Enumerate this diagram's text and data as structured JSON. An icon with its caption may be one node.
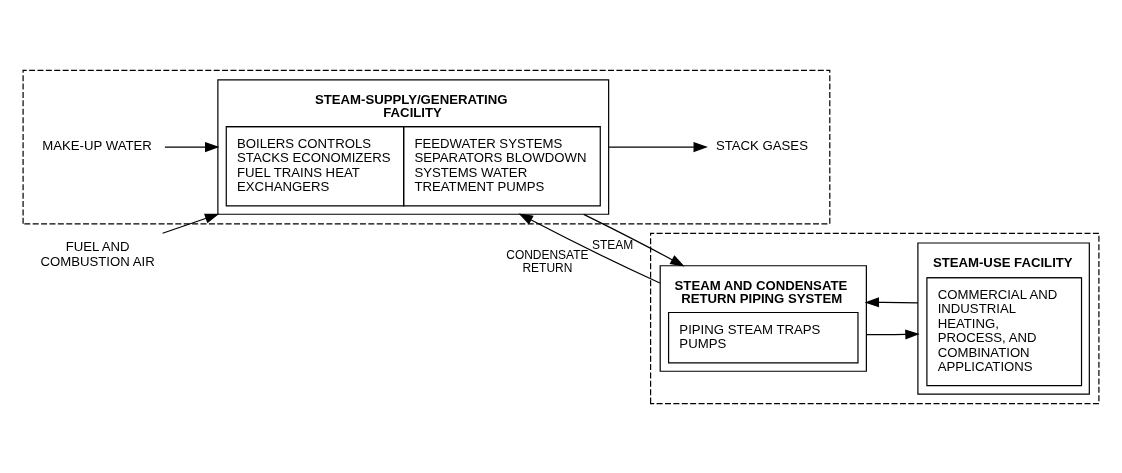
{
  "diagram": {
    "nodes": [
      {
        "text": [],
        "shape": "box"
      },
      {
        "text": [],
        "shape": "box"
      },
      {
        "text": [
          "STEAM-SUPPLY/GENERATING FACILITY",
          "BOILERS CONTROLS STACKS ECONOMIZERS FUEL TRAINS HEAT EXCHANGERS",
          "FEEDWATER SYSTEMS SEPARATORS BLOWDOWN SYSTEMS WATER TREATMENT PUMPS"
        ],
        "in": 0
      },
      {
        "text": [
          "STEAM AND CONDENSATE RETURN PIPING SYSTEM",
          "PIPING STEAM TRAPS PUMPS"
        ],
        "in": 1
      },
      {
        "text": [
          "STEAM-USE FACILITY",
          "COMMERCIAL AND INDUSTRIAL HEATING, PROCESS, AND COMBINATION APPLICATIONS"
        ],
        "in": 1
      },
      {
        "text": [
          "FUEL AND COMBUSTION AIR"
        ]
      },
      {
        "text": [
          "STACK GASES"
        ],
        "in": 0
      },
      {
        "text": [
          "MAKE-UP WATER"
        ],
        "in": 0
      }
    ],
    "edges": [
      {
        "from": 5,
        "to": 2,
        "arrow": "to"
      },
      {
        "from": 2,
        "to": 6,
        "arrow": "to"
      },
      {
        "from": 7,
        "to": 2,
        "arrow": "to"
      },
      {
        "from": 2,
        "to": 3,
        "arrow": "to",
        "label": "STEAM"
      },
      {
        "from": 3,
        "to": 2,
        "arrow": "to",
        "label": "CONDENSATE RETURN"
      },
      {
        "from": 3,
        "to": 4,
        "arrow": "to"
      },
      {
        "from": 4,
        "to": 3,
        "arrow": "to"
      }
    ]
  }
}
